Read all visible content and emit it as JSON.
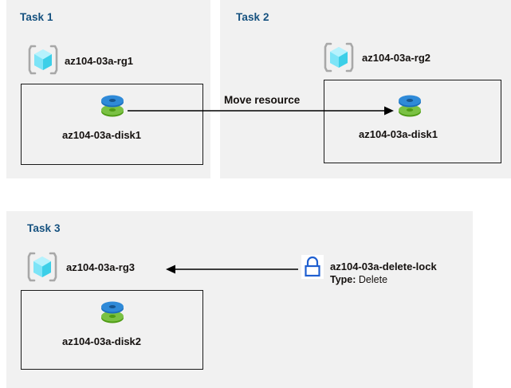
{
  "diagram": {
    "title": "Azure resource group tasks diagram",
    "colors": {
      "panel_bg": "#f1f1f1",
      "page_bg": "#ffffff",
      "task_title": "#15517f",
      "box_border": "#1a1a1a",
      "disk_blue": "#2f8ad8",
      "disk_green": "#76bc21",
      "rg_cube_cyan": "#7fe6f7",
      "rg_bracket_gray": "#a3a3a3",
      "lock_blue": "#1f5fd0",
      "arrow_black": "#000000"
    },
    "panels": [
      {
        "id": "task1",
        "title": "Task 1",
        "resource_group": {
          "label": "az104-03a-rg1",
          "icon": "resource-group-icon"
        },
        "resource": {
          "label": "az104-03a-disk1",
          "icon": "managed-disk-icon"
        }
      },
      {
        "id": "task2",
        "title": "Task 2",
        "resource_group": {
          "label": "az104-03a-rg2",
          "icon": "resource-group-icon"
        },
        "resource": {
          "label": "az104-03a-disk1",
          "icon": "managed-disk-icon"
        }
      },
      {
        "id": "task3",
        "title": "Task 3",
        "resource_group": {
          "label": "az104-03a-rg3",
          "icon": "resource-group-icon"
        },
        "resource": {
          "label": "az104-03a-disk2",
          "icon": "managed-disk-icon"
        },
        "lock": {
          "icon": "lock-icon",
          "name": "az104-03a-delete-lock",
          "type_key": "Type:",
          "type_value": "Delete"
        }
      }
    ],
    "connectors": [
      {
        "id": "move-resource",
        "label": "Move resource",
        "from": "task1-disk1",
        "to": "task2-disk1",
        "direction": "right"
      },
      {
        "id": "lock-applies-to-rg3",
        "label": "",
        "from": "az104-03a-delete-lock",
        "to": "az104-03a-rg3",
        "direction": "left"
      }
    ]
  }
}
